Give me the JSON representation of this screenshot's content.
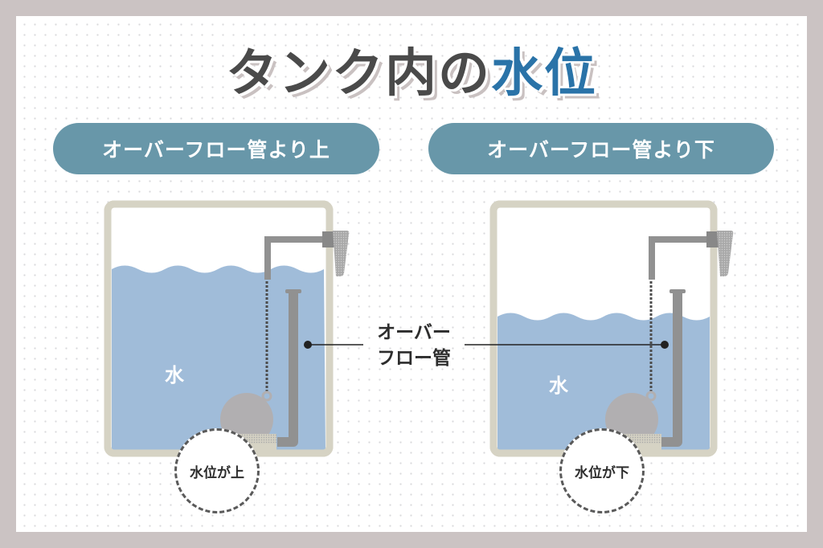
{
  "title": {
    "part1": "タンク内の",
    "part2": "水位"
  },
  "panels": [
    {
      "heading": "オーバーフロー管より上",
      "water_label": "水",
      "badge": "水位が上"
    },
    {
      "heading": "オーバーフロー管より下",
      "water_label": "水",
      "badge": "水位が下"
    }
  ],
  "callout": {
    "line1": "オーバー",
    "line2": "フロー管"
  },
  "colors": {
    "frame": "#cbc3c3",
    "pill": "#6897a9",
    "title_dark": "#4a4a4a",
    "title_accent": "#2a73a8",
    "water": "#a0bcd9",
    "tank_wall": "#d6d3c4",
    "pipe": "#919191",
    "float": "#b1afb1"
  }
}
